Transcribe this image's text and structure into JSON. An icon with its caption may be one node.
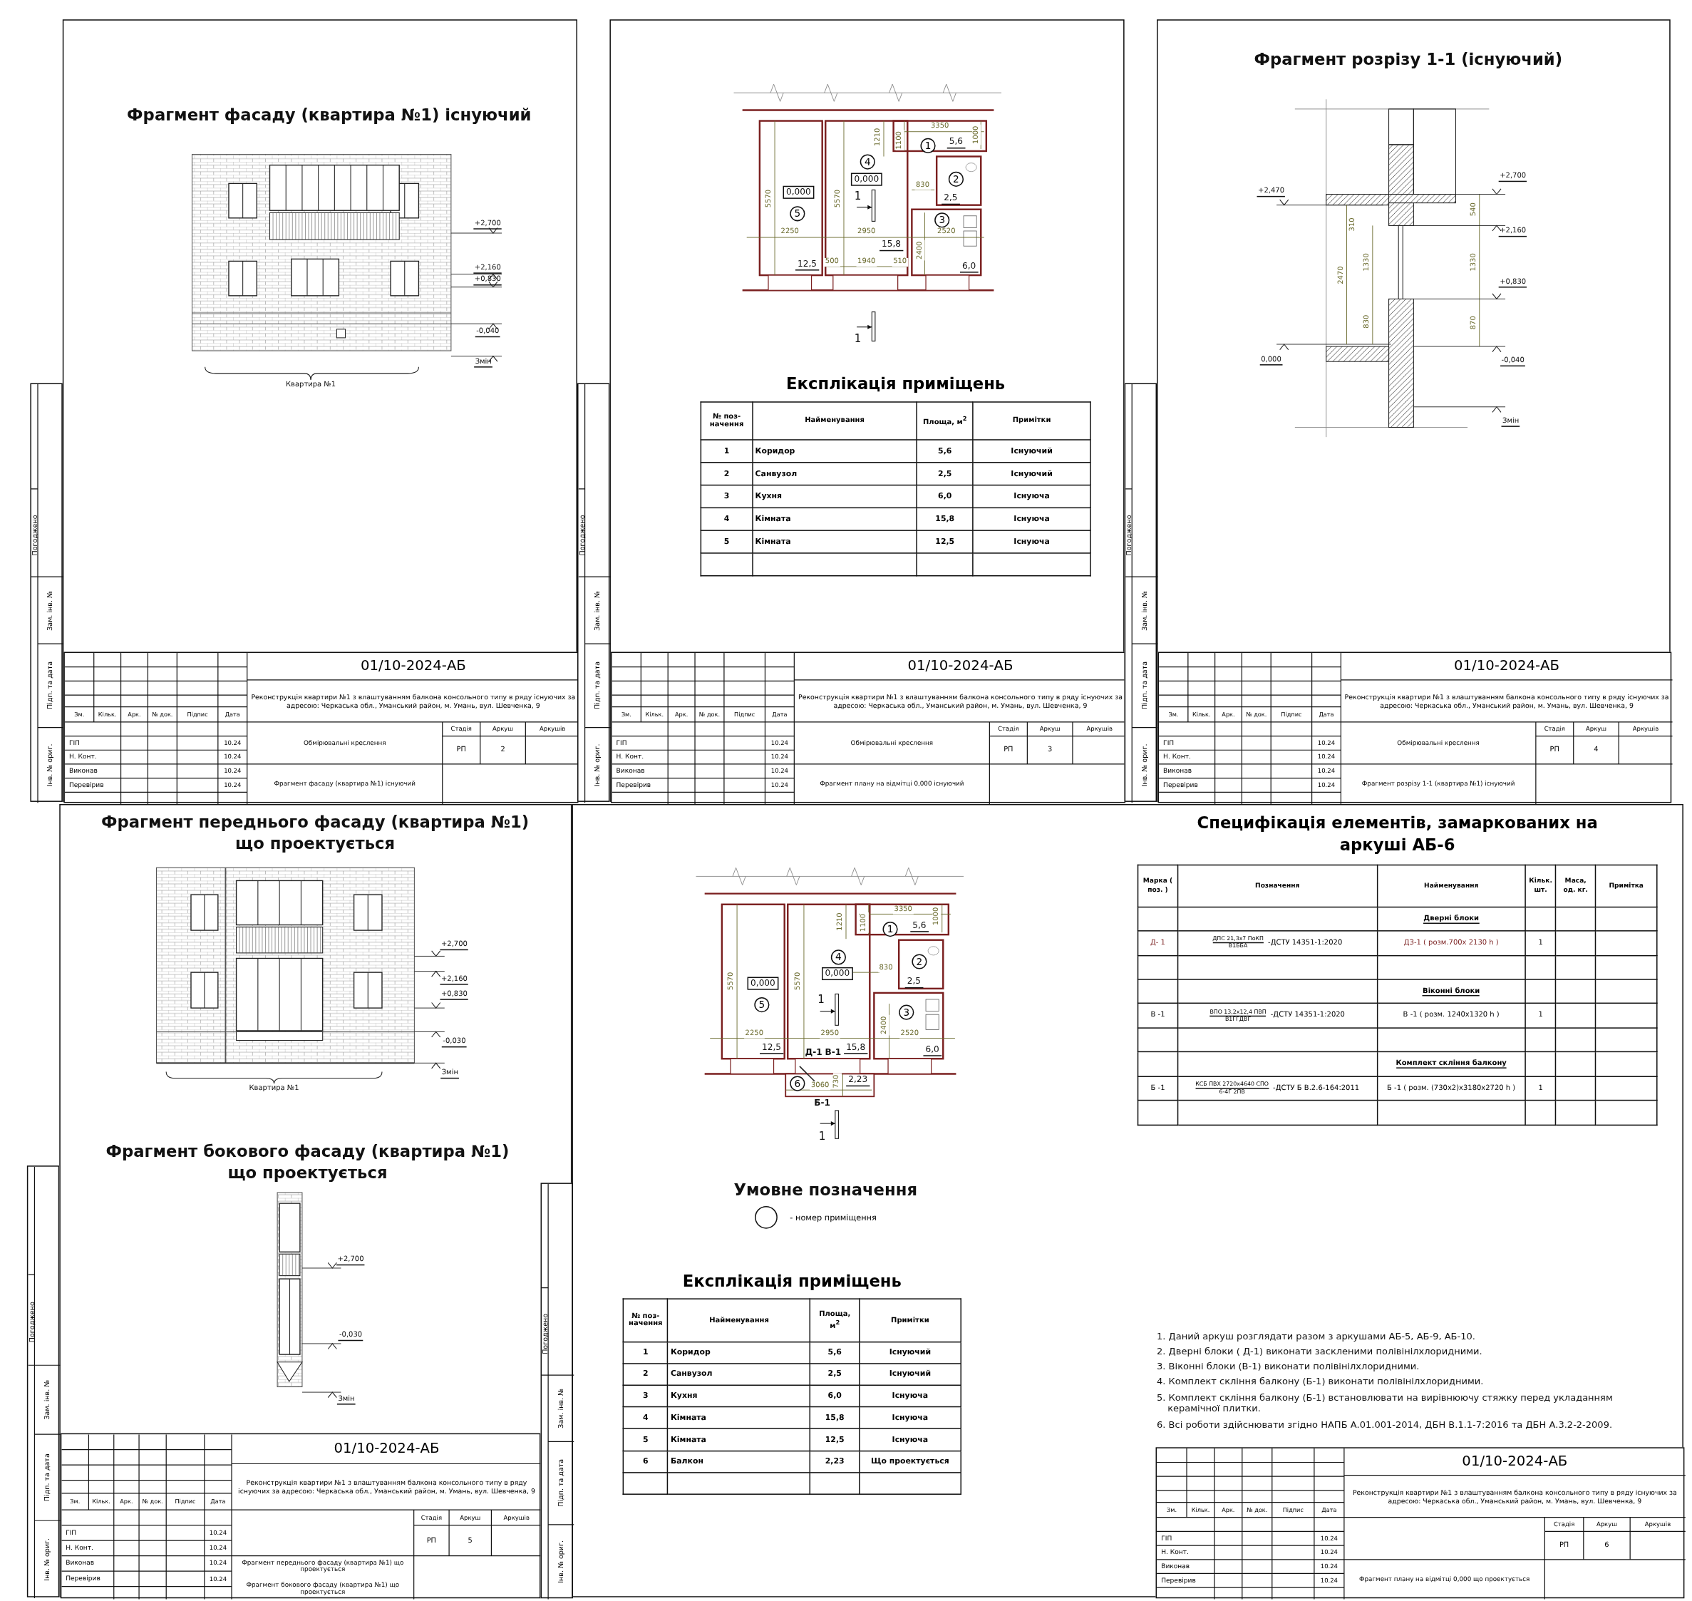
{
  "diagram": {
    "nodes": [
      {
        "text": [],
        "shape": "box"
      },
      {
        "text": [
          "Погоджено",
          "Зам. інв. №",
          "Підп. та дата",
          "Інв. № ориг."
        ]
      },
      {
        "text": [
          "01/10-2024-АБ",
          "Реконструкція квартири №1 з влаштуванням балкона консольного типу в ряду існуючих за адресою: Черкаська обл., Уманський район, м. Умань, вул. Шевченка, 9",
          "Зм.",
          "Кільк.",
          "Арк.",
          "№ док.",
          "Підпис",
          "Дата",
          "ГІП",
          "10.24",
          "Н. Конт.",
          "10.24",
          "Виконав",
          "10.24",
          "Перевірив",
          "10.24",
          "Стадія",
          "Аркуш",
          "Аркушів",
          "РП",
          "2",
          "Обмірювальні креслення",
          "Фрагмент фасаду (квартира №1) існуючий"
        ],
        "in": 0
      },
      {
        "text": [],
        "shape": "box"
      },
      {
        "text": [
          "Погоджено",
          "Зам. інв. №",
          "Підп. та дата",
          "Інв. № ориг."
        ]
      },
      {
        "text": [
          "1"
        ],
        "in": 3
      },
      {
        "text": [
          "2"
        ],
        "in": 3
      },
      {
        "text": [
          "3"
        ],
        "in": 3
      },
      {
        "text": [
          "4"
        ],
        "in": 3
      },
      {
        "text": [
          "5"
        ],
        "in": 3
      },
      {
        "text": [
          "Експлікація приміщень",
          "№ поз- начення",
          "Найменування",
          "Площа, м$^{2}$",
          "Примітки",
          "1",
          "Коридор",
          "5,6",
          "Існуючий",
          "2",
          "Санвузол",
          "2,5",
          "Існуючий",
          "3",
          "Кухня",
          "6,0",
          "Існуюча",
          "4",
          "Кімната",
          "15,8",
          "Існуюча",
          "5",
          "Кімната",
          "12,5",
          "Існуюча"
        ],
        "in": 3
      },
      {
        "text": [
          "01/10-2024-АБ",
          "Реконструкція квартири №1 з влаштуванням балкона консольного типу в ряду існуючих за адресою: Черкаська обл., Уманський район, м. Умань, вул. Шевченка, 9",
          "Зм.",
          "Кільк.",
          "Арк.",
          "№ док.",
          "Підпис",
          "Дата",
          "ГІП",
          "10.24",
          "Н. Конт.",
          "10.24",
          "Виконав",
          "10.24",
          "Перевірив",
          "10.24",
          "Стадія",
          "Аркуш",
          "Аркушів",
          "РП",
          "3",
          "Обмірювальні креслення",
          "Фрагмент плану на відмітці 0,000 існуючий"
        ],
        "in": 3
      },
      {
        "text": [],
        "shape": "box"
      },
      {
        "text": [
          "Погоджено",
          "Зам. інв. №",
          "Підп. та дата",
          "Інв. № ориг."
        ]
      },
      {
        "text": [
          "01/10-2024-АБ",
          "Реконструкція квартири №1 з влаштуванням балкона консольного типу в ряду існуючих за адресою: Черкаська обл., Уманський район, м. Умань, вул. Шевченка, 9",
          "Зм.",
          "Кільк.",
          "Арк.",
          "№ док.",
          "Підпис",
          "Дата",
          "ГІП",
          "10.24",
          "Н. Конт.",
          "10.24",
          "Виконав",
          "10.24",
          "Перевірив",
          "10.24",
          "Стадія",
          "Аркуш",
          "Аркушів",
          "РП",
          "4",
          "Обмірювальні креслення",
          "Фрагмент розрізу 1-1 (квартира №1) існуючий"
        ],
        "in": 12
      },
      {
        "text": [],
        "shape": "box"
      },
      {
        "text": [
          "Погоджено",
          "Зам. інв. №",
          "Підп. та дата",
          "Інв. № ориг."
        ]
      },
      {
        "text": [
          "01/10-2024-АБ",
          "Реконструкція квартири №1 з влаштуванням балкона консольного типу в ряду існуючих за адресою: Черкаська обл., Уманський район, м. Умань, вул. Шевченка, 9",
          "Зм.",
          "Кільк.",
          "Арк.",
          "№ док.",
          "Підпис",
          "Дата",
          "ГІП",
          "10.24",
          "Н. Конт.",
          "10.24",
          "Виконав",
          "10.24",
          "Перевірив",
          "10.24",
          "Стадія",
          "Аркуш",
          "Аркушів",
          "РП",
          "5",
          "Фрагмент переднього фасаду (квартира №1) що проектується",
          "Фрагмент бокового фасаду (квартира №1) що проектується"
        ],
        "in": 15
      },
      {
        "text": [],
        "shape": "box"
      },
      {
        "text": [
          "Погоджено",
          "Зам. інв. №",
          "Підп. та дата",
          "Інв. № ориг."
        ],
        "in": 15
      },
      {
        "text": [
          "1"
        ],
        "in": 18
      },
      {
        "text": [
          "2"
        ],
        "in": 18
      },
      {
        "text": [
          "3"
        ],
        "in": 18
      },
      {
        "text": [
          "4"
        ],
        "in": 18
      },
      {
        "text": [
          "5"
        ],
        "in": 18
      },
      {
        "text": [
          "6"
        ],
        "in": 18
      },
      {
        "text": [
          "Експлікація приміщень",
          "№ поз- начення",
          "Найменування",
          "Площа, м$^{2}$",
          "Примітки",
          "1",
          "Коридор",
          "5,6",
          "Існуючий",
          "2",
          "Санвузол",
          "2,5",
          "Існуючий",
          "3",
          "Кухня",
          "6,0",
          "Існуюча",
          "4",
          "Кімната",
          "15,8",
          "Існуюча",
          "5",
          "Кімната",
          "12,5",
          "Існуюча",
          "6",
          "Балкон",
          "2,23",
          "Що проектується"
        ],
        "in": 18
      },
      {
        "text": [
          "Специфікація елементів, замаркованих на аркуші АБ-6",
          "Марка ( поз. )",
          "Позначення",
          "Найменування",
          "Кільк. шт.",
          "Маса, од. кг.",
          "Примітка",
          "Дверні блоки",
          "Д- 1",
          "ДПС 21,3х7 ПоКП",
          "В1ББА",
          "-ДСТУ 14351-1:2020",
          "ДЗ-1 ( розм.700х 2130 h )",
          "1",
          "Віконні блоки",
          "В -1",
          "ВПО 13,2х12,4 ПВП",
          "В1ГГДВГ",
          "-ДСТУ 14351-1:2020",
          "В -1 ( розм. 1240х1320 h )",
          "1",
          "Комплект скління балкону",
          "Б -1",
          "КСБ ПВХ 2720х4640 СПО",
          "6-4Г 2ПВ",
          "-ДСТУ Б В.2.6-164:2011",
          "Б -1 ( розм. (730х2)х3180х2720 h )",
          "1"
        ],
        "in": 18
      },
      {
        "text": [
          "01/10-2024-АБ",
          "Реконструкція квартири №1 з влаштуванням балкона консольного типу в ряду існуючих за адресою: Черкаська обл., Уманський район, м. Умань, вул. Шевченка, 9",
          "Зм.",
          "Кільк.",
          "Арк.",
          "№ док.",
          "Підпис",
          "Дата",
          "ГІП",
          "10.24",
          "Н. Конт.",
          "10.24",
          "Виконав",
          "10.24",
          "Перевірив",
          "10.24",
          "Стадія",
          "Аркуш",
          "Аркушів",
          "РП",
          "6",
          "Фрагмент плану на відмітці 0,000 що проектується"
        ],
        "in": 18
      }
    ],
    "labels": [
      "Фрагмент фасаду (квартира №1) існуючий",
      "+2,700",
      "+2,160",
      "+0,830",
      "-0,040",
      "Змін",
      "Квартира №1",
      "3350",
      "1210",
      "1100",
      "1000",
      "5,6",
      "0,000",
      "5570",
      "5570",
      "0,000",
      "1",
      "830",
      "2,5",
      "2250",
      "2950",
      "2520",
      "15,8",
      "2400",
      "12,5",
      "500",
      "1940",
      "510",
      "6,0",
      "1",
      "Фрагмент розрізу 1-1 (існуючий)",
      "+2,470",
      "+2,700",
      "310",
      "540",
      "+2,160",
      "2470",
      "1330",
      "1330",
      "+0,830",
      "830",
      "870",
      "0,000",
      "-0,040",
      "Змін",
      "Фрагмент переднього фасаду (квартира №1) що проектується",
      "+2,700",
      "+2,160",
      "+0,830",
      "-0,030",
      "Змін",
      "Квартира №1",
      "Фрагмент бокового фасаду (квартира №1) що проектується",
      "+2,700",
      "-0,030",
      "Змін",
      "3350",
      "1210",
      "1100",
      "1000",
      "5,6",
      "0,000",
      "5570",
      "5570",
      "0,000",
      "1",
      "830",
      "2,5",
      "2250",
      "2950",
      "2520",
      "2400",
      "12,5",
      "Д-1",
      "В-1",
      "15,8",
      "6,0",
      "3060",
      "730",
      "2,23",
      "Б-1",
      "1",
      "Умовне позначення",
      "1. Даний аркуш розглядати разом з аркушами АБ-5, АБ-9, АБ-10.",
      "2. Дверні блоки ( Д-1) виконати заскленими полівінілхлоридними.",
      "3. Віконні блоки (В-1) виконати полівінілхлоридними.",
      "4. Комплект скління балкону (Б-1) виконати полівінілхлоридними.",
      "5. Комплект скління балкону (Б-1) встановлювати на вирівнюючу стяжку перед укладанням керамічної плитки.",
      "6. Всі роботи здійснювати згідно НАПБ А.01.001-2014, ДБН В.1.1-7:2016 та ДБН А.3.2-2-2009."
    ],
    "legend": [
      {
        "text": "- номер приміщення"
      }
    ]
  }
}
